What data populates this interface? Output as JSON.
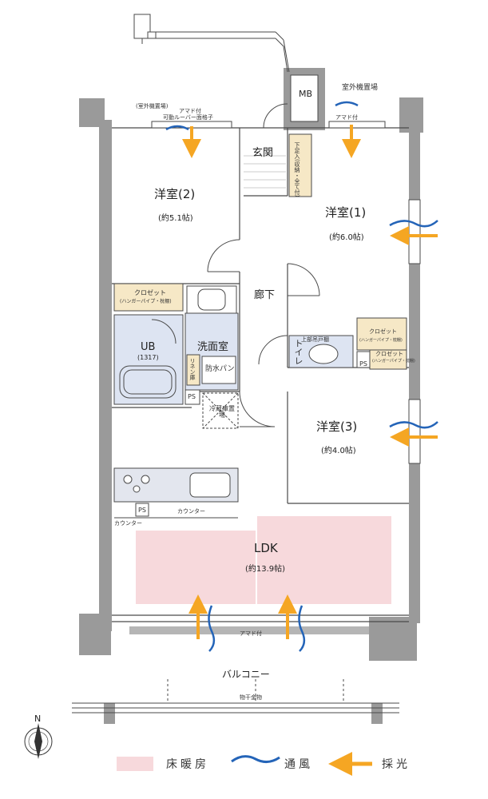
{
  "rooms": {
    "western2": {
      "name": "洋室(2)",
      "area": "(約5.1帖)"
    },
    "western1": {
      "name": "洋室(1)",
      "area": "(約6.0帖)"
    },
    "western3": {
      "name": "洋室(3)",
      "area": "(約4.0帖)"
    },
    "ldk": {
      "name": "LDK",
      "area": "(約13.9帖)"
    },
    "entrance": "玄関",
    "corridor": "廊下",
    "washroom": "洗面室",
    "ub": "UB",
    "ub_size": "(1317)",
    "toilet": "トイレ",
    "balcony": "バルコニー",
    "mb": "MB"
  },
  "labels": {
    "outdoor_unit_top": "室外機置場",
    "outdoor_unit_left": "(室外機置場)",
    "louver": "可動ルーバー面格子",
    "amado1": "アマド付",
    "amado2": "アマド付",
    "amado_ldk": "アマド付",
    "shoebox": "下足入(収納・全て付)",
    "closet1": "クロゼット",
    "closet1_sub": "(ハンガーパイプ・枕棚)",
    "closet3a": "クロゼット",
    "closet3a_sub": "(ハンガーパイプ・枕棚)",
    "closet3b": "クロゼット",
    "closet3b_sub": "(ハンガーパイプ・枕棚)",
    "toilet_upper": "上部吊戸棚",
    "linen": "リネン庫",
    "waterproof_pan": "防水パン",
    "fridge": "冷蔵庫置場",
    "ps1": "PS",
    "ps2": "PS",
    "ps3": "PS",
    "counter1": "カウンター",
    "counter2": "カウンター",
    "drying": "物干金物",
    "north": "N"
  },
  "legend": {
    "floor_heating": "床暖房",
    "ventilation": "通風",
    "daylight": "採光"
  },
  "colors": {
    "wall": "#9a9a9a",
    "line": "#4a4a4a",
    "floor_heating": "#f7d9dc",
    "closet": "#f6e8c6",
    "bath": "#dde4f2",
    "ventilation": "#2464b8",
    "daylight": "#f5a623"
  }
}
